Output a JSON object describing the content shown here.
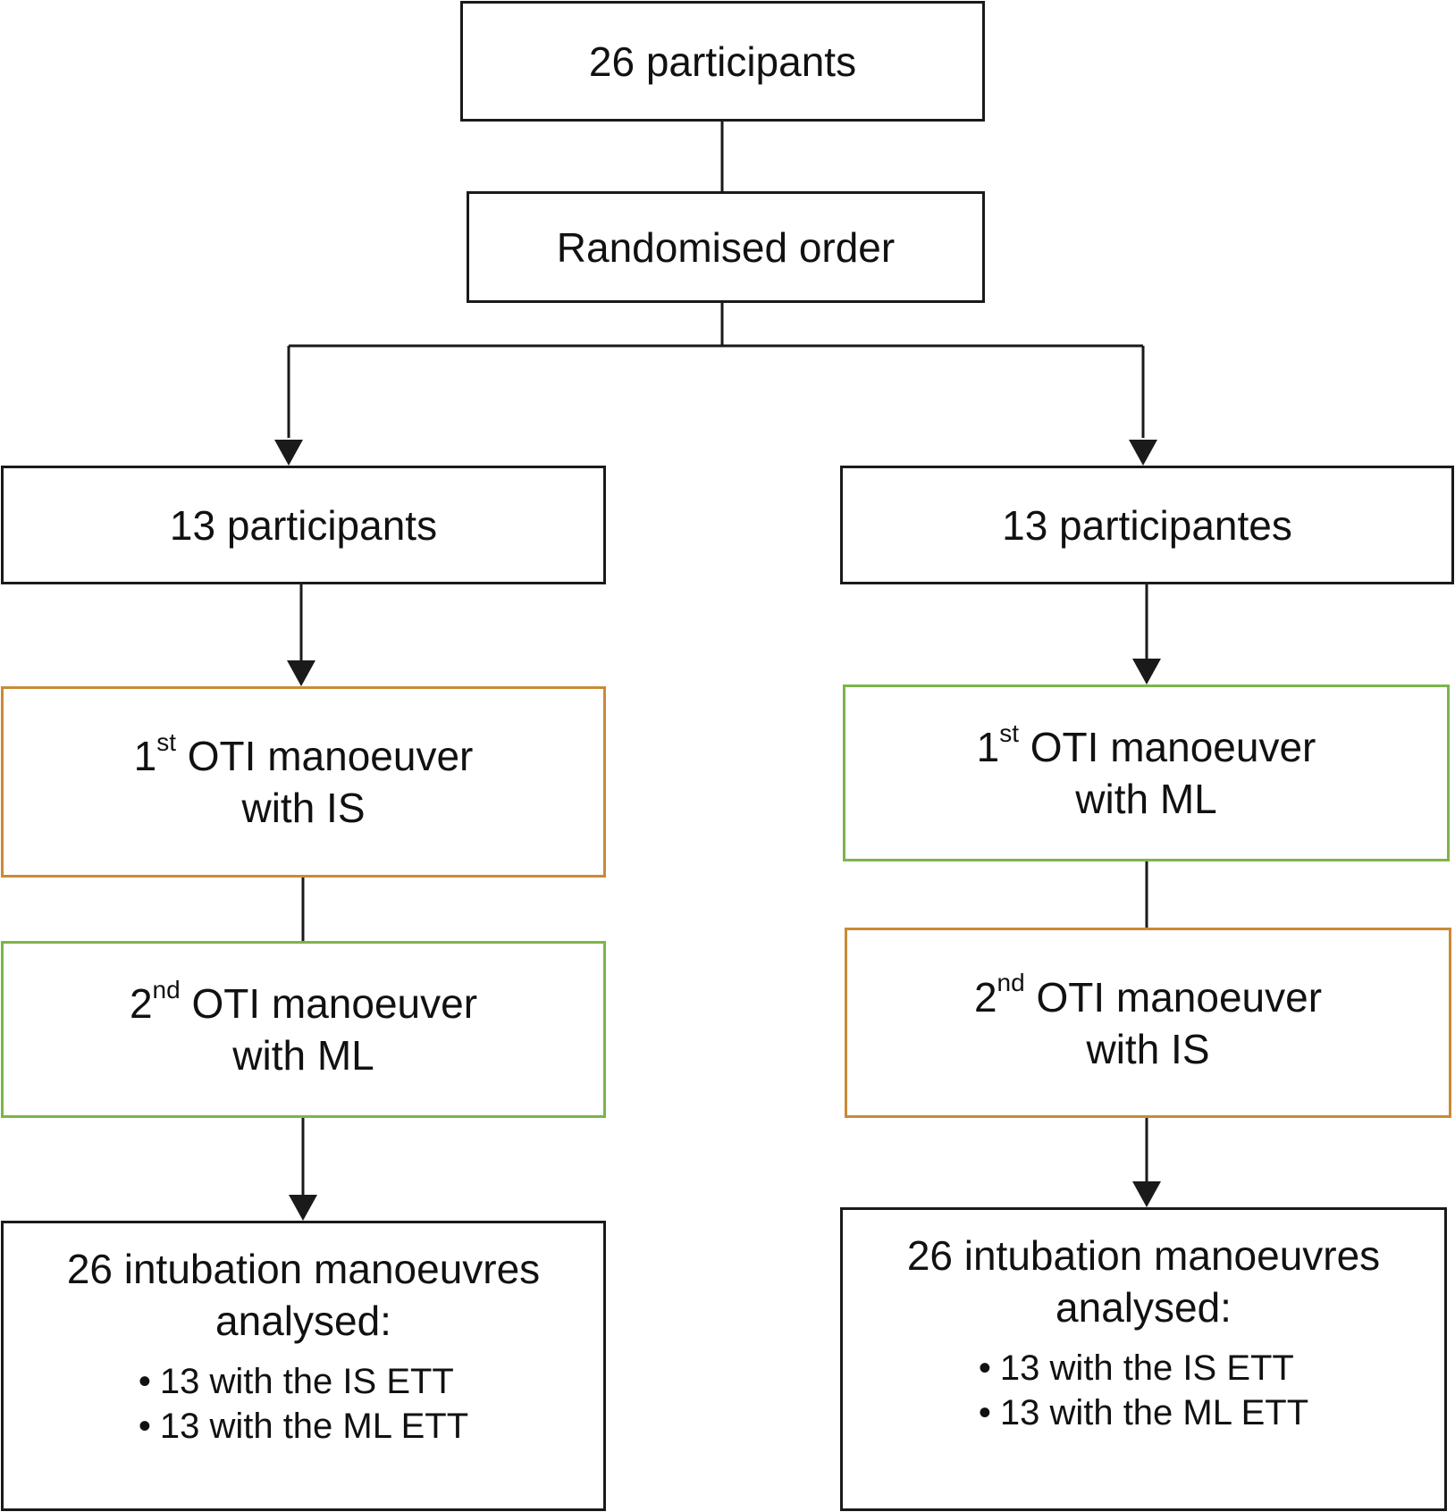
{
  "colors": {
    "border": "#1a1a1a",
    "is_border": "#c98a36",
    "ml_border": "#7cb547"
  },
  "top": {
    "label": "26 participants"
  },
  "randomised": {
    "label": "Randomised order"
  },
  "left": {
    "group": "13 participants",
    "first": {
      "num": "1",
      "sup": "st",
      "text": " OTI manoeuver",
      "device": "with IS"
    },
    "second": {
      "num": "2",
      "sup": "nd",
      "text": " OTI manoeuver",
      "device": "with ML"
    },
    "result": {
      "line1": "26 intubation manoeuvres",
      "line2": "analysed:",
      "items": [
        "13 with the IS ETT",
        "13 with the ML ETT"
      ]
    }
  },
  "right": {
    "group": "13 participantes",
    "first": {
      "num": "1",
      "sup": "st",
      "text": " OTI manoeuver",
      "device": "with ML"
    },
    "second": {
      "num": "2",
      "sup": "nd",
      "text": " OTI manoeuver",
      "device": "with IS"
    },
    "result": {
      "line1": "26 intubation manoeuvres",
      "line2": "analysed:",
      "items": [
        "13 with the IS ETT",
        "13 with the ML ETT"
      ]
    }
  }
}
